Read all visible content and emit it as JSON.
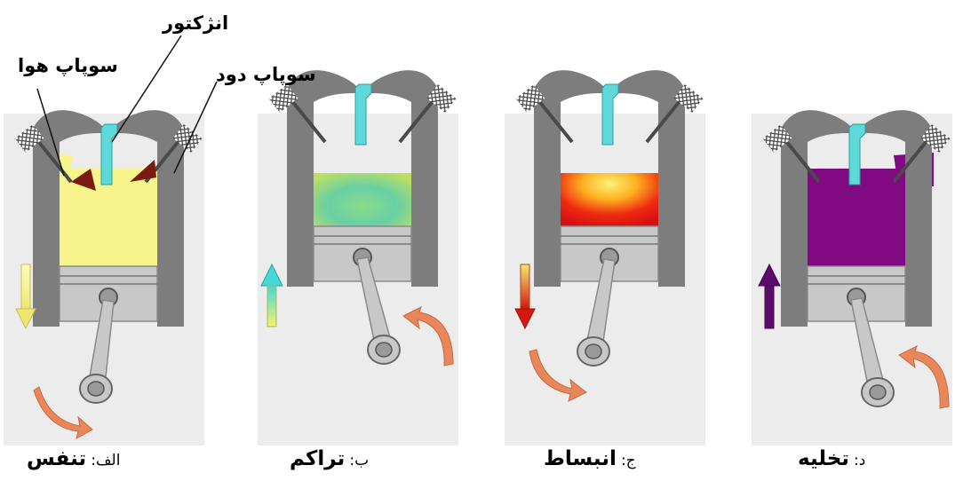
{
  "labels": {
    "injector": "انژکتور",
    "air_valve": "سوپاپ هوا",
    "exhaust_valve": "سوپاپ دود"
  },
  "stages": [
    {
      "prefix": "الف:",
      "name": "تنفس",
      "gas_color": "#f7f48c",
      "arrow_direction": "down",
      "arrow_colors": [
        "#fffcc0",
        "#eee672"
      ]
    },
    {
      "prefix": "ب:",
      "name": "تراکم",
      "gas_color": "#7fdc9a",
      "arrow_direction": "up",
      "arrow_colors": [
        "#45d8d8",
        "#f6f06a"
      ]
    },
    {
      "prefix": "ج:",
      "name": "انبساط",
      "gas_color": "#ee2a10",
      "arrow_direction": "down",
      "arrow_colors": [
        "#f0ec70",
        "#d41810"
      ]
    },
    {
      "prefix": "د:",
      "name": "تخلیه",
      "gas_color": "#800a82",
      "arrow_direction": "up",
      "arrow_colors": [
        "#5c0a6c",
        "#5c0a6c"
      ]
    }
  ],
  "colors": {
    "panel": "#ececec",
    "cylinder": "#7d7d7d",
    "piston": "#c8c8c8",
    "injector": "#5ed8d8",
    "crank_arrow": "#e9865a"
  }
}
